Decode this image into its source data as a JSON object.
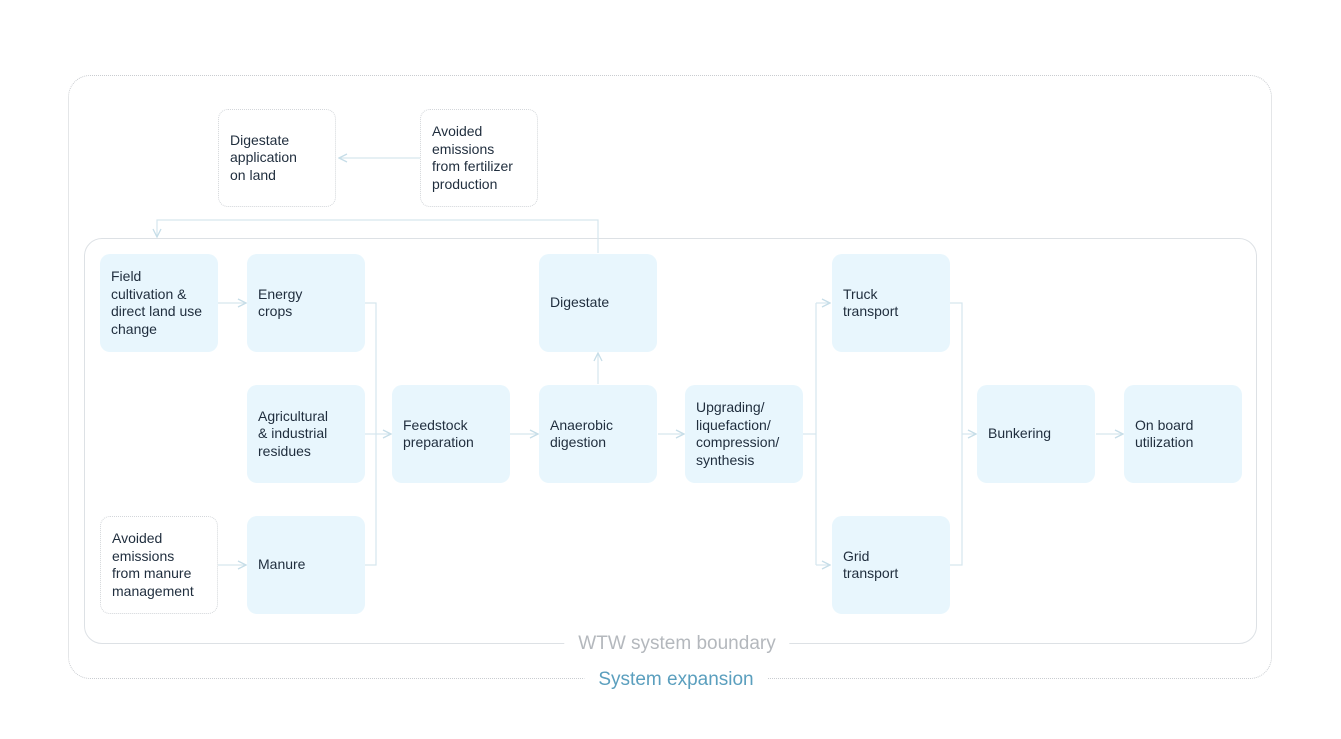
{
  "boundaries": {
    "wtw": "WTW system boundary",
    "expansion": "System expansion"
  },
  "nodes": {
    "digestate_application": "Digestate\napplication\non land",
    "avoided_fertilizer": "Avoided\nemissions\nfrom fertilizer\nproduction",
    "field_cultivation": "Field\ncultivation &\ndirect land use\nchange",
    "energy_crops": "Energy\ncrops",
    "agri_residues": "Agricultural\n& industrial\nresidues",
    "avoided_manure": "Avoided\nemissions\nfrom manure\nmanagement",
    "manure": "Manure",
    "feedstock_preparation": "Feedstock\npreparation",
    "digestate": "Digestate",
    "anaerobic_digestion": "Anaerobic\ndigestion",
    "upgrading": "Upgrading/\nliquefaction/\ncompression/\nsynthesis",
    "truck_transport": "Truck\ntransport",
    "grid_transport": "Grid\ntransport",
    "bunkering": "Bunkering",
    "on_board": "On board\nutilization"
  },
  "colors": {
    "node_fill": "#e8f6fd",
    "connector": "#d6e6ee",
    "wtw_label": "#b4b8bd",
    "expansion_label": "#5b9fbe"
  }
}
